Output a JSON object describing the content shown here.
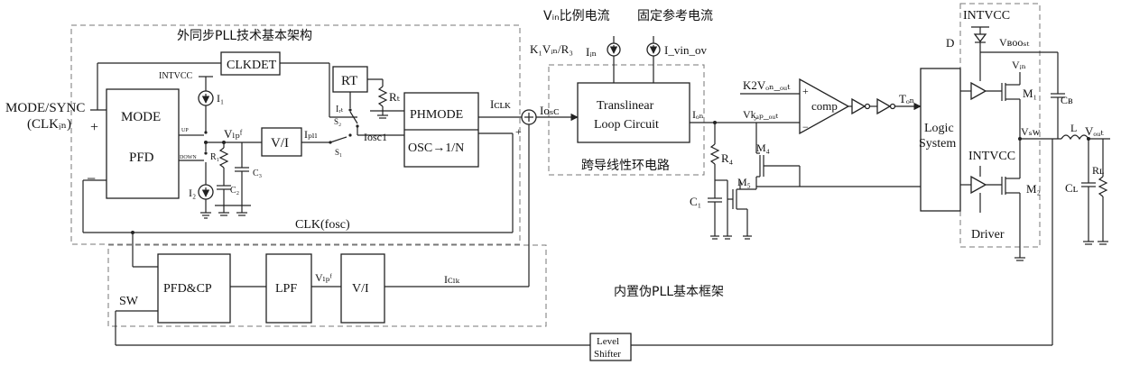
{
  "labels": {
    "top_region_title": "外同步PLL技术基本架构",
    "bottom_region_title": "内置伪PLL基本框架",
    "translinear_region_title": "跨导线性环电路",
    "vin_ratio_current": "Vᵢₙ比例电流",
    "fixed_ref_current": "固定参考电流",
    "k1_expr": "K₁Vᵢₙ/R₃",
    "i_in": "Iᵢₙ",
    "i_vin_ov": "I_vin_ov",
    "mode_sync": "MODE/SYNC",
    "clk_in": "(CLKᵢₙ)",
    "plus": "+",
    "minus": "−",
    "intvcc_left": "INTVCC",
    "i1": "I₁",
    "i2": "I₂",
    "up": "UP",
    "down": "DOWN",
    "r1": "R₁",
    "c2": "C₂",
    "c3": "C₃",
    "vlpf": "Vₗₚᶠ",
    "vi": "V/I",
    "ipll": "Iₚₗₗ",
    "clkdet": "CLKDET",
    "rt": "RT",
    "rt_res": "Rₜ",
    "irt": "Iᵣₜ",
    "s2": "S₂",
    "s1": "S₁",
    "iosc1": "Iosc1",
    "phmode": "PHMODE",
    "osc": "OSC→1/N",
    "iclk": "Iᴄʟᴋ",
    "iosc": "Iᴏₛᴄ",
    "plus_sum": "+",
    "clk_fosc": "CLK(fosc)",
    "mode_block_top": "MODE",
    "mode_block_bottom": "PFD",
    "translinear_1": "Translinear",
    "translinear_2": "Loop Circuit",
    "ion": "Iₒₙ",
    "vcap_out": "Vᶄₐₚ_ₒᵤₜ",
    "k2von": "K2Vₒₙ_ₒᵤₜ",
    "comp": "comp",
    "comp_plus": "+",
    "comp_minus": "−",
    "ton": "Tₒₙ",
    "r4": "R₄",
    "m4": "M₄",
    "m5": "M₅",
    "c1": "C₁",
    "logic_1": "Logic",
    "logic_2": "System",
    "intvcc_top": "INTVCC",
    "d": "D",
    "vboost": "Vʙᴏᴏₛₜ",
    "vin_driver": "Vᵢₙ",
    "m1": "M₁",
    "cb": "Cʙ",
    "vsw": "Vₛᴡ",
    "l": "L",
    "vout": "Vₒᵤₜ",
    "rl": "Rʟ",
    "cl": "Cʟ",
    "intvcc_mid": "INTVCC",
    "m2": "M₂",
    "driver": "Driver",
    "sw": "SW",
    "pfdcp": "PFD&CP",
    "lpf": "LPF",
    "vlpf_b": "Vₗₚᶠ",
    "vi_b": "V/I",
    "iclk_b": "Iᴄₗₖ",
    "level_1": "Level",
    "level_2": "Shifter"
  }
}
